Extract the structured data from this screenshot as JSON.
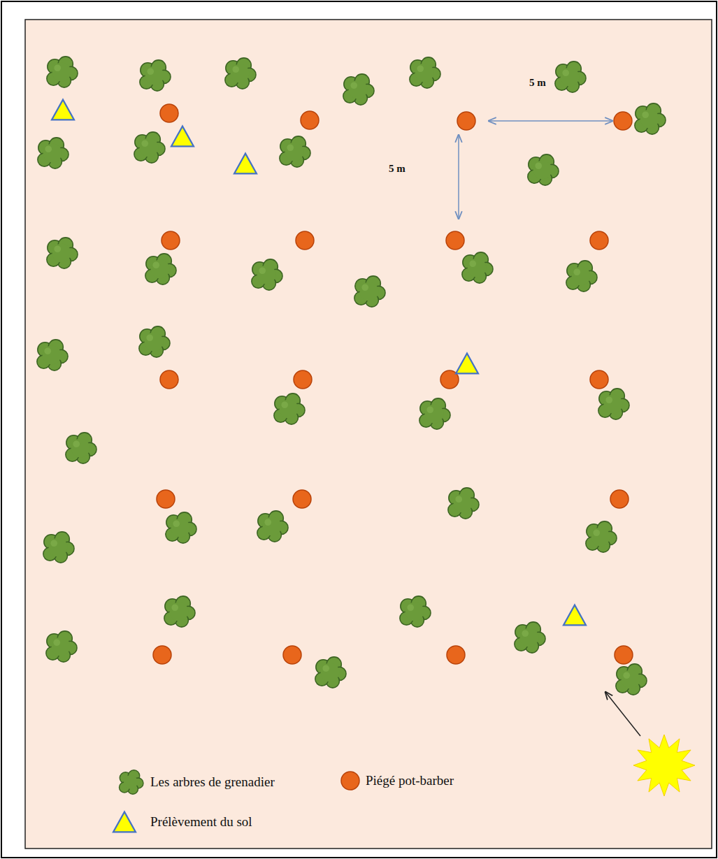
{
  "diagram": {
    "labels": [
      "5 m",
      "5 m"
    ],
    "legend": [
      {
        "text": "Les arbres de grenadier",
        "color": "#6b9b3a"
      },
      {
        "text": "Piégé pot-barber",
        "color": "#e8661c"
      },
      {
        "text": "Prélèvement du sol"
      }
    ]
  }
}
